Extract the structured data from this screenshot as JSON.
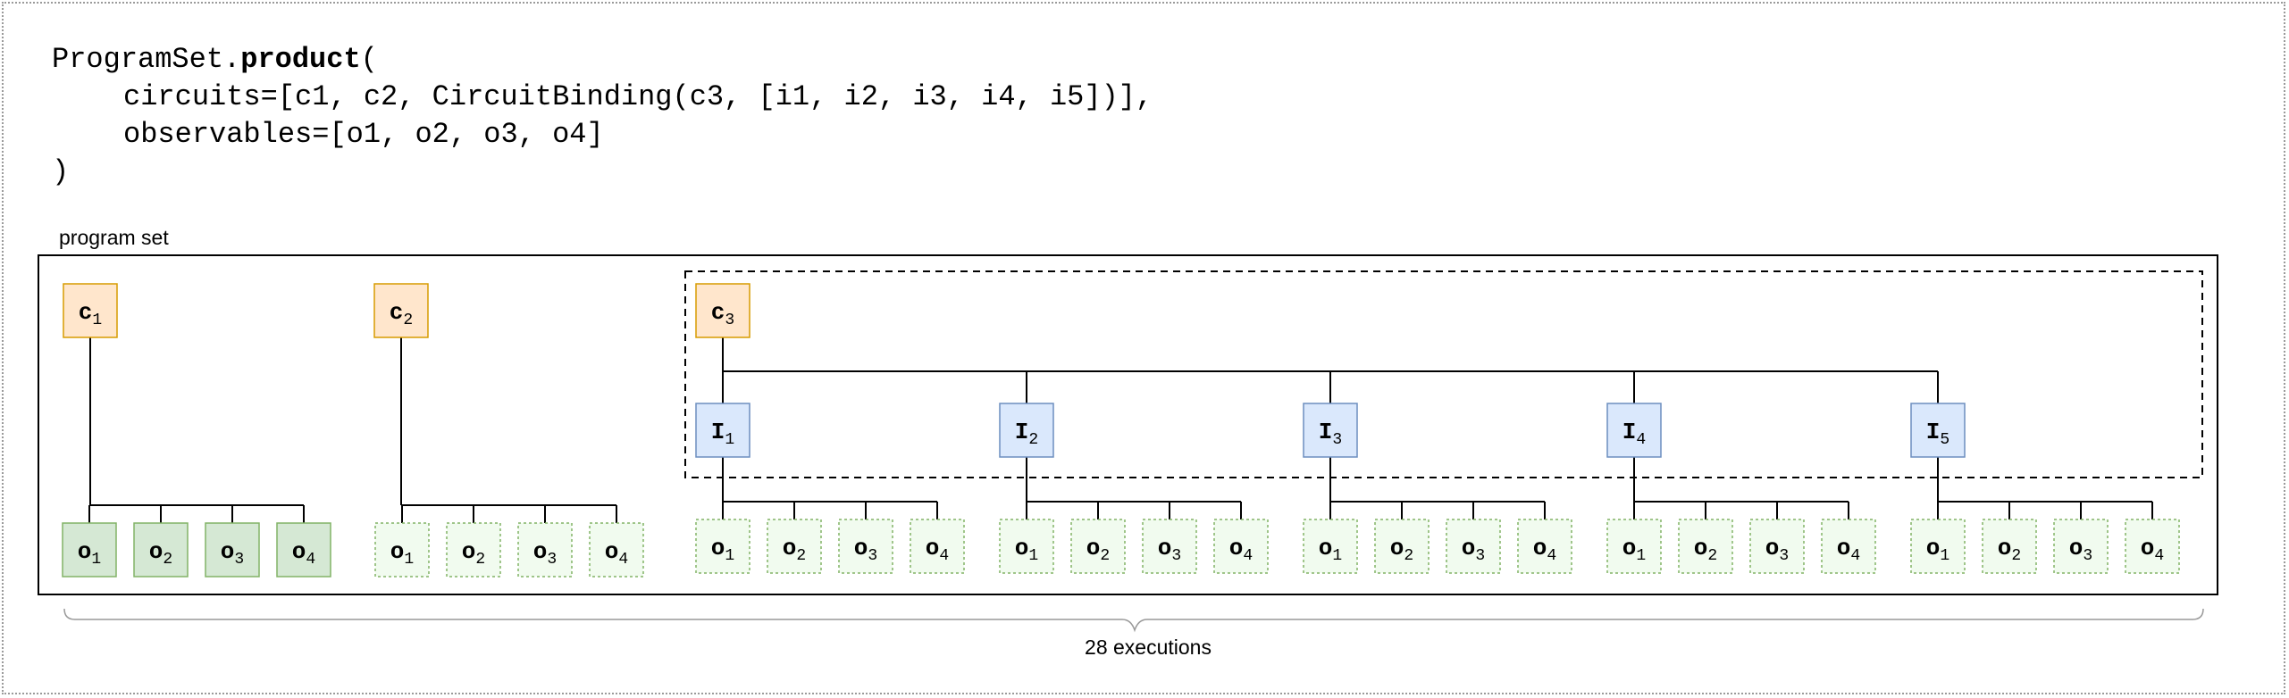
{
  "code": {
    "line1_prefix": "ProgramSet.",
    "line1_bold": "product",
    "line1_suffix": "(",
    "line2": "circuits=[c1, c2, CircuitBinding(c3, [i1, i2, i3, i4, i5])],",
    "line3": "observables=[o1, o2, o3, o4]",
    "line4": ")"
  },
  "program_set_label": "program set",
  "executions_label": "28 executions",
  "circuit_symbol": "c",
  "input_symbol": "I",
  "observable_symbol": "o",
  "circuit_indices": [
    "1",
    "2",
    "3"
  ],
  "input_indices": [
    "1",
    "2",
    "3",
    "4",
    "5"
  ],
  "observable_indices": [
    "1",
    "2",
    "3",
    "4"
  ],
  "colors": {
    "circuit_fill": "#ffe6cc",
    "circuit_stroke": "#d79b00",
    "input_fill": "#dae8fc",
    "input_stroke": "#6c8ebf",
    "obs_solid_fill": "#d5e8d4",
    "obs_solid_stroke": "#82b366",
    "obs_dotted_fill": "#f1fbef",
    "obs_dotted_stroke": "#82b366"
  }
}
